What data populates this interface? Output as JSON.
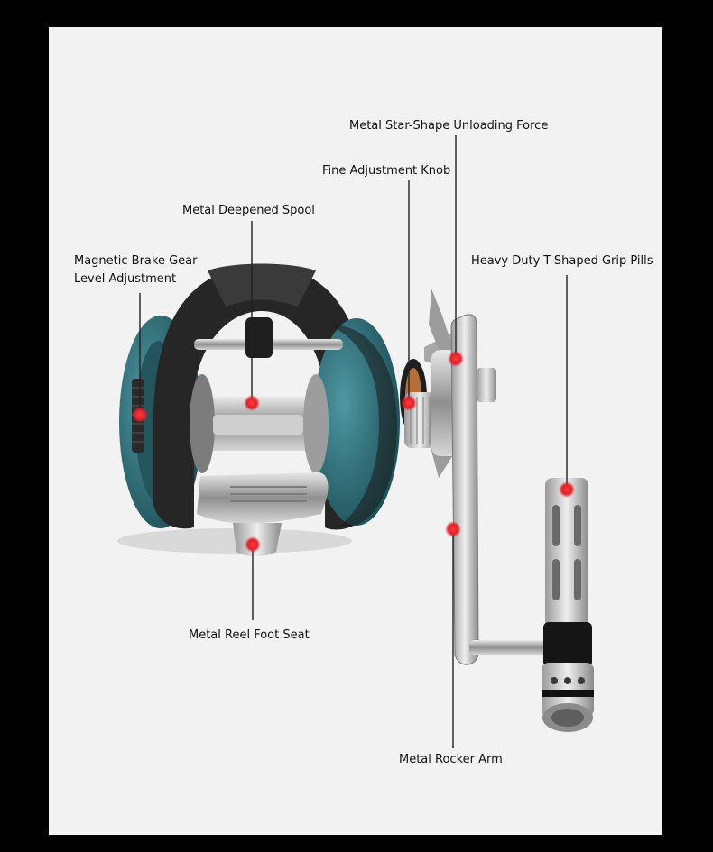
{
  "labels": {
    "star_force": "Metal Star-Shape Unloading Force",
    "fine_knob": "Fine Adjustment Knob",
    "spool": "Metal Deepened Spool",
    "brake_line1": "Magnetic Brake Gear",
    "brake_line2": "Level Adjustment",
    "grip": "Heavy Duty T-Shaped Grip Pills",
    "foot_seat": "Metal Reel Foot Seat",
    "rocker_arm": "Metal Rocker Arm"
  },
  "colors": {
    "background_frame": "#000000",
    "panel": "#f2f2f2",
    "reel_body": "#2f6f78",
    "reel_frame": "#262626",
    "metal": "#b8b8b8",
    "marker": "#e0202a",
    "leader_line": "#222222"
  }
}
